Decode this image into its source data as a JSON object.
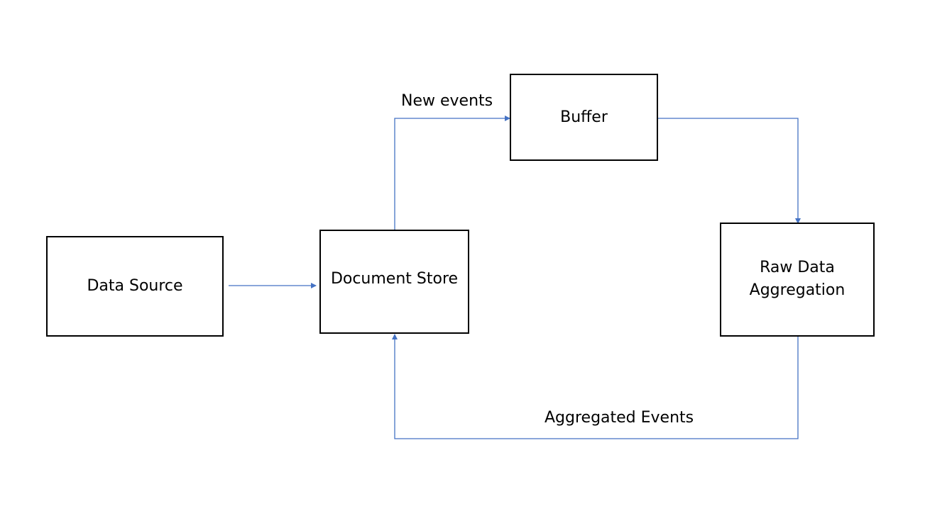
{
  "diagram": {
    "line_color": "#4472C4",
    "box_border_color": "#000000",
    "nodes": {
      "data_source": {
        "label": "Data Source"
      },
      "document_store": {
        "label": "Document Store"
      },
      "buffer": {
        "label": "Buffer"
      },
      "raw_data_aggregation": {
        "label": "Raw Data\nAggregation"
      }
    },
    "edges": {
      "source_to_store": {
        "from": "data_source",
        "to": "document_store",
        "label": ""
      },
      "store_to_buffer": {
        "from": "document_store",
        "to": "buffer",
        "label": "New events"
      },
      "buffer_to_aggregation": {
        "from": "buffer",
        "to": "raw_data_aggregation",
        "label": ""
      },
      "aggregation_to_store": {
        "from": "raw_data_aggregation",
        "to": "document_store",
        "label": "Aggregated Events"
      }
    }
  }
}
